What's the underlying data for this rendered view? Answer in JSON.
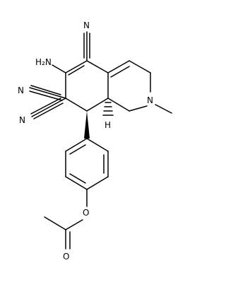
{
  "molecule": {
    "atoms": {
      "nitrile_top": "N",
      "amino": "H₂N",
      "nitrile_left_upper": "N",
      "nitrile_left_lower": "N",
      "ring_nitrogen": "N",
      "stereo_h": "H",
      "ester_oxygen": "O",
      "carbonyl_oxygen": "O"
    }
  }
}
